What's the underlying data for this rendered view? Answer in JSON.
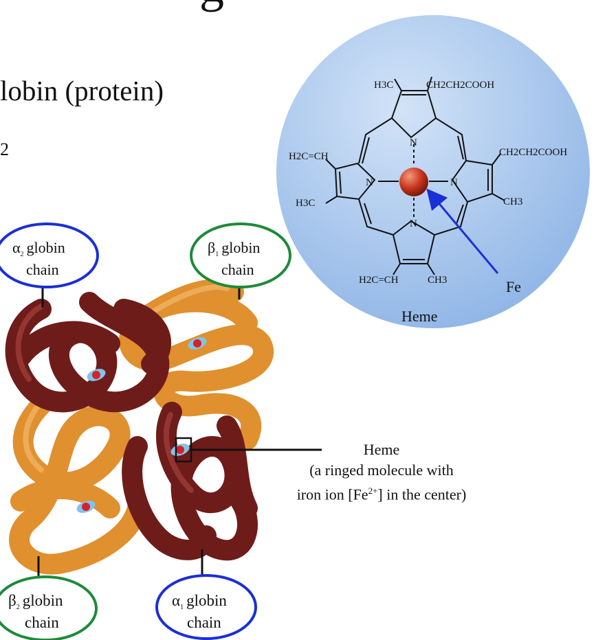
{
  "title_fragment": "g",
  "subtitle_fragment": "lobin (protein)",
  "side_fragment": "2",
  "heme_panel": {
    "caption": "Heme",
    "iron_label": "Fe",
    "substituents": {
      "top_left": "H3C",
      "top_right": "CH2CH2COOH",
      "right_top": "CH2CH2COOH",
      "right_bottom": "CH3",
      "left_top": "H2C=CH",
      "left_bottom": "H3C",
      "bottom_left": "H2C=CH",
      "bottom_right": "CH3"
    },
    "nitrogen": "N"
  },
  "chains": {
    "alpha2": {
      "greek": "α",
      "sub": "2",
      "word": "globin",
      "line2": "chain"
    },
    "beta1": {
      "greek": "β",
      "sub": "1",
      "word": "globin",
      "line2": "chain"
    },
    "beta2": {
      "greek": "β",
      "sub": "2",
      "word": "globin",
      "line2": "chain"
    },
    "alpha1": {
      "greek": "α",
      "sub": "1",
      "word": "globin",
      "line2": "chain"
    }
  },
  "heme_callout": {
    "line1": "Heme",
    "line2": "(a ringed molecule with",
    "line3_pre": "iron ion [Fe",
    "line3_sup": "2+",
    "line3_post": "] in the center)"
  },
  "colors": {
    "alpha_circle": "#1a2fd6",
    "beta_circle": "#1e8a3a",
    "alpha_chain": "#6e1c1a",
    "beta_chain": "#e0902e",
    "heme_bg": "#a9c8ee",
    "iron": "#c8351c"
  }
}
